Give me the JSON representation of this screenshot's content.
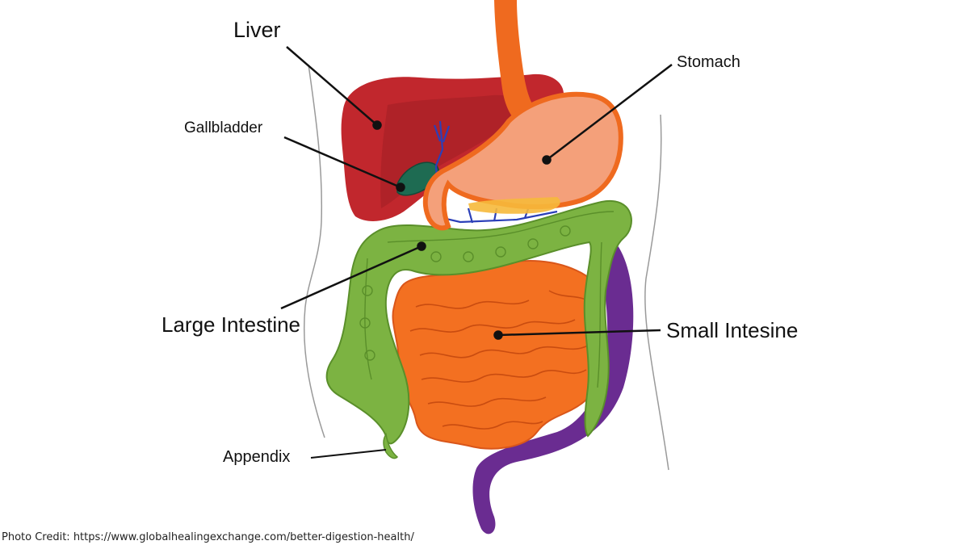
{
  "labels": {
    "liver": "Liver",
    "gallbladder": "Gallbladder",
    "stomach": "Stomach",
    "large_intestine": "Large Intestine",
    "small_intestine": "Small Intesine",
    "appendix": "Appendix"
  },
  "credit": "Photo Credit: https://www.globalhealingexchange.com/better-digestion-health/",
  "colors": {
    "liver": "#c1272d",
    "liver_shadow": "#a31f24",
    "gallbladder": "#1e6b52",
    "bile_duct": "#2b3fb8",
    "esophagus": "#ef6a1f",
    "stomach": "#f4a07a",
    "stomach_outline": "#ef6a1f",
    "large_intestine": "#7cb342",
    "large_intestine_dark": "#5a8f2a",
    "small_intestine": "#f37021",
    "rectum": "#6a2c91",
    "body_outline": "#999999",
    "pointer": "#111111"
  }
}
